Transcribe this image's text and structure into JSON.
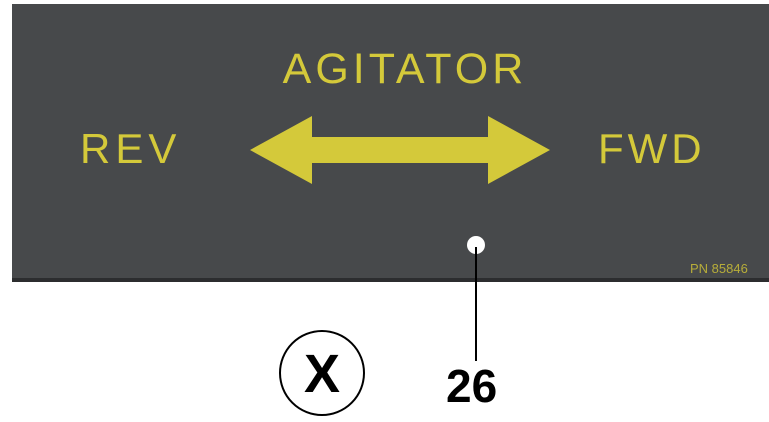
{
  "decal": {
    "title": "AGITATOR",
    "left_label": "REV",
    "right_label": "FWD",
    "part_number": "PN 85846",
    "background_color": "#47494b",
    "text_color": "#d4c93a",
    "arrow_icon": "double-headed-arrow-icon"
  },
  "callout": {
    "number": "26"
  },
  "marker": {
    "letter": "X"
  }
}
